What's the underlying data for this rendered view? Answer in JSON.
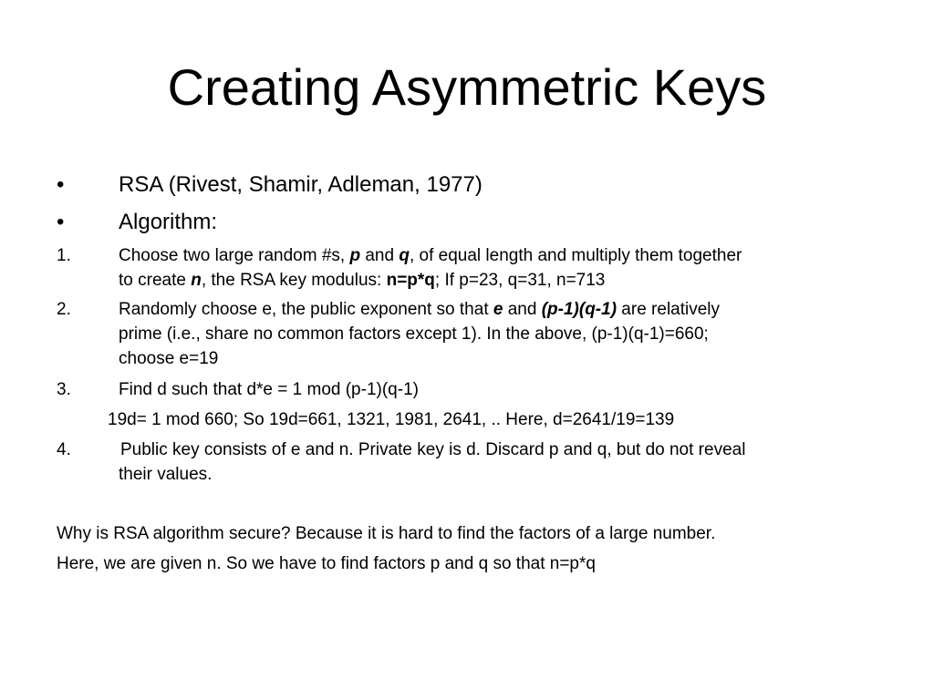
{
  "slide": {
    "title": "Creating Asymmetric Keys",
    "bullets": [
      {
        "marker": "•",
        "text": "RSA (Rivest, Shamir, Adleman, 1977)"
      },
      {
        "marker": "•",
        "text": "Algorithm:"
      }
    ],
    "step1": {
      "marker": "1.",
      "l1_a": "Choose two large random #s, ",
      "l1_p": "p",
      "l1_b": " and ",
      "l1_q": "q",
      "l1_c": ", of equal length and multiply them together",
      "l2_a": "to create ",
      "l2_n": "n",
      "l2_b": ", the RSA key modulus: ",
      "l2_formula": "n=p*q",
      "l2_c": "; If p=23, q=31, n=713"
    },
    "step2": {
      "marker": "2.",
      "l1_a": "Randomly choose e, the public exponent so that ",
      "l1_e": "e",
      "l1_b": " and ",
      "l1_expr": "(p-1)(q-1)",
      "l1_c": " are relatively",
      "l2": "prime (i.e., share no common factors except 1). In the above, (p-1)(q-1)=660;",
      "l3": "choose e=19"
    },
    "step3": {
      "marker": "3.",
      "l1": "Find d such that d*e = 1 mod (p-1)(q-1)",
      "sub": "19d= 1 mod 660; So 19d=661, 1321, 1981, 2641, .. Here, d=2641/19=139"
    },
    "step4": {
      "marker": "4.",
      "l1": "Public key consists of e and n. Private key is d. Discard p and q, but do not reveal",
      "l2": "their values."
    },
    "closing": [
      "Why is RSA algorithm secure? Because it is hard to find the factors of  a large number.",
      "Here, we are given n. So we have to find factors p and q so that n=p*q"
    ]
  }
}
